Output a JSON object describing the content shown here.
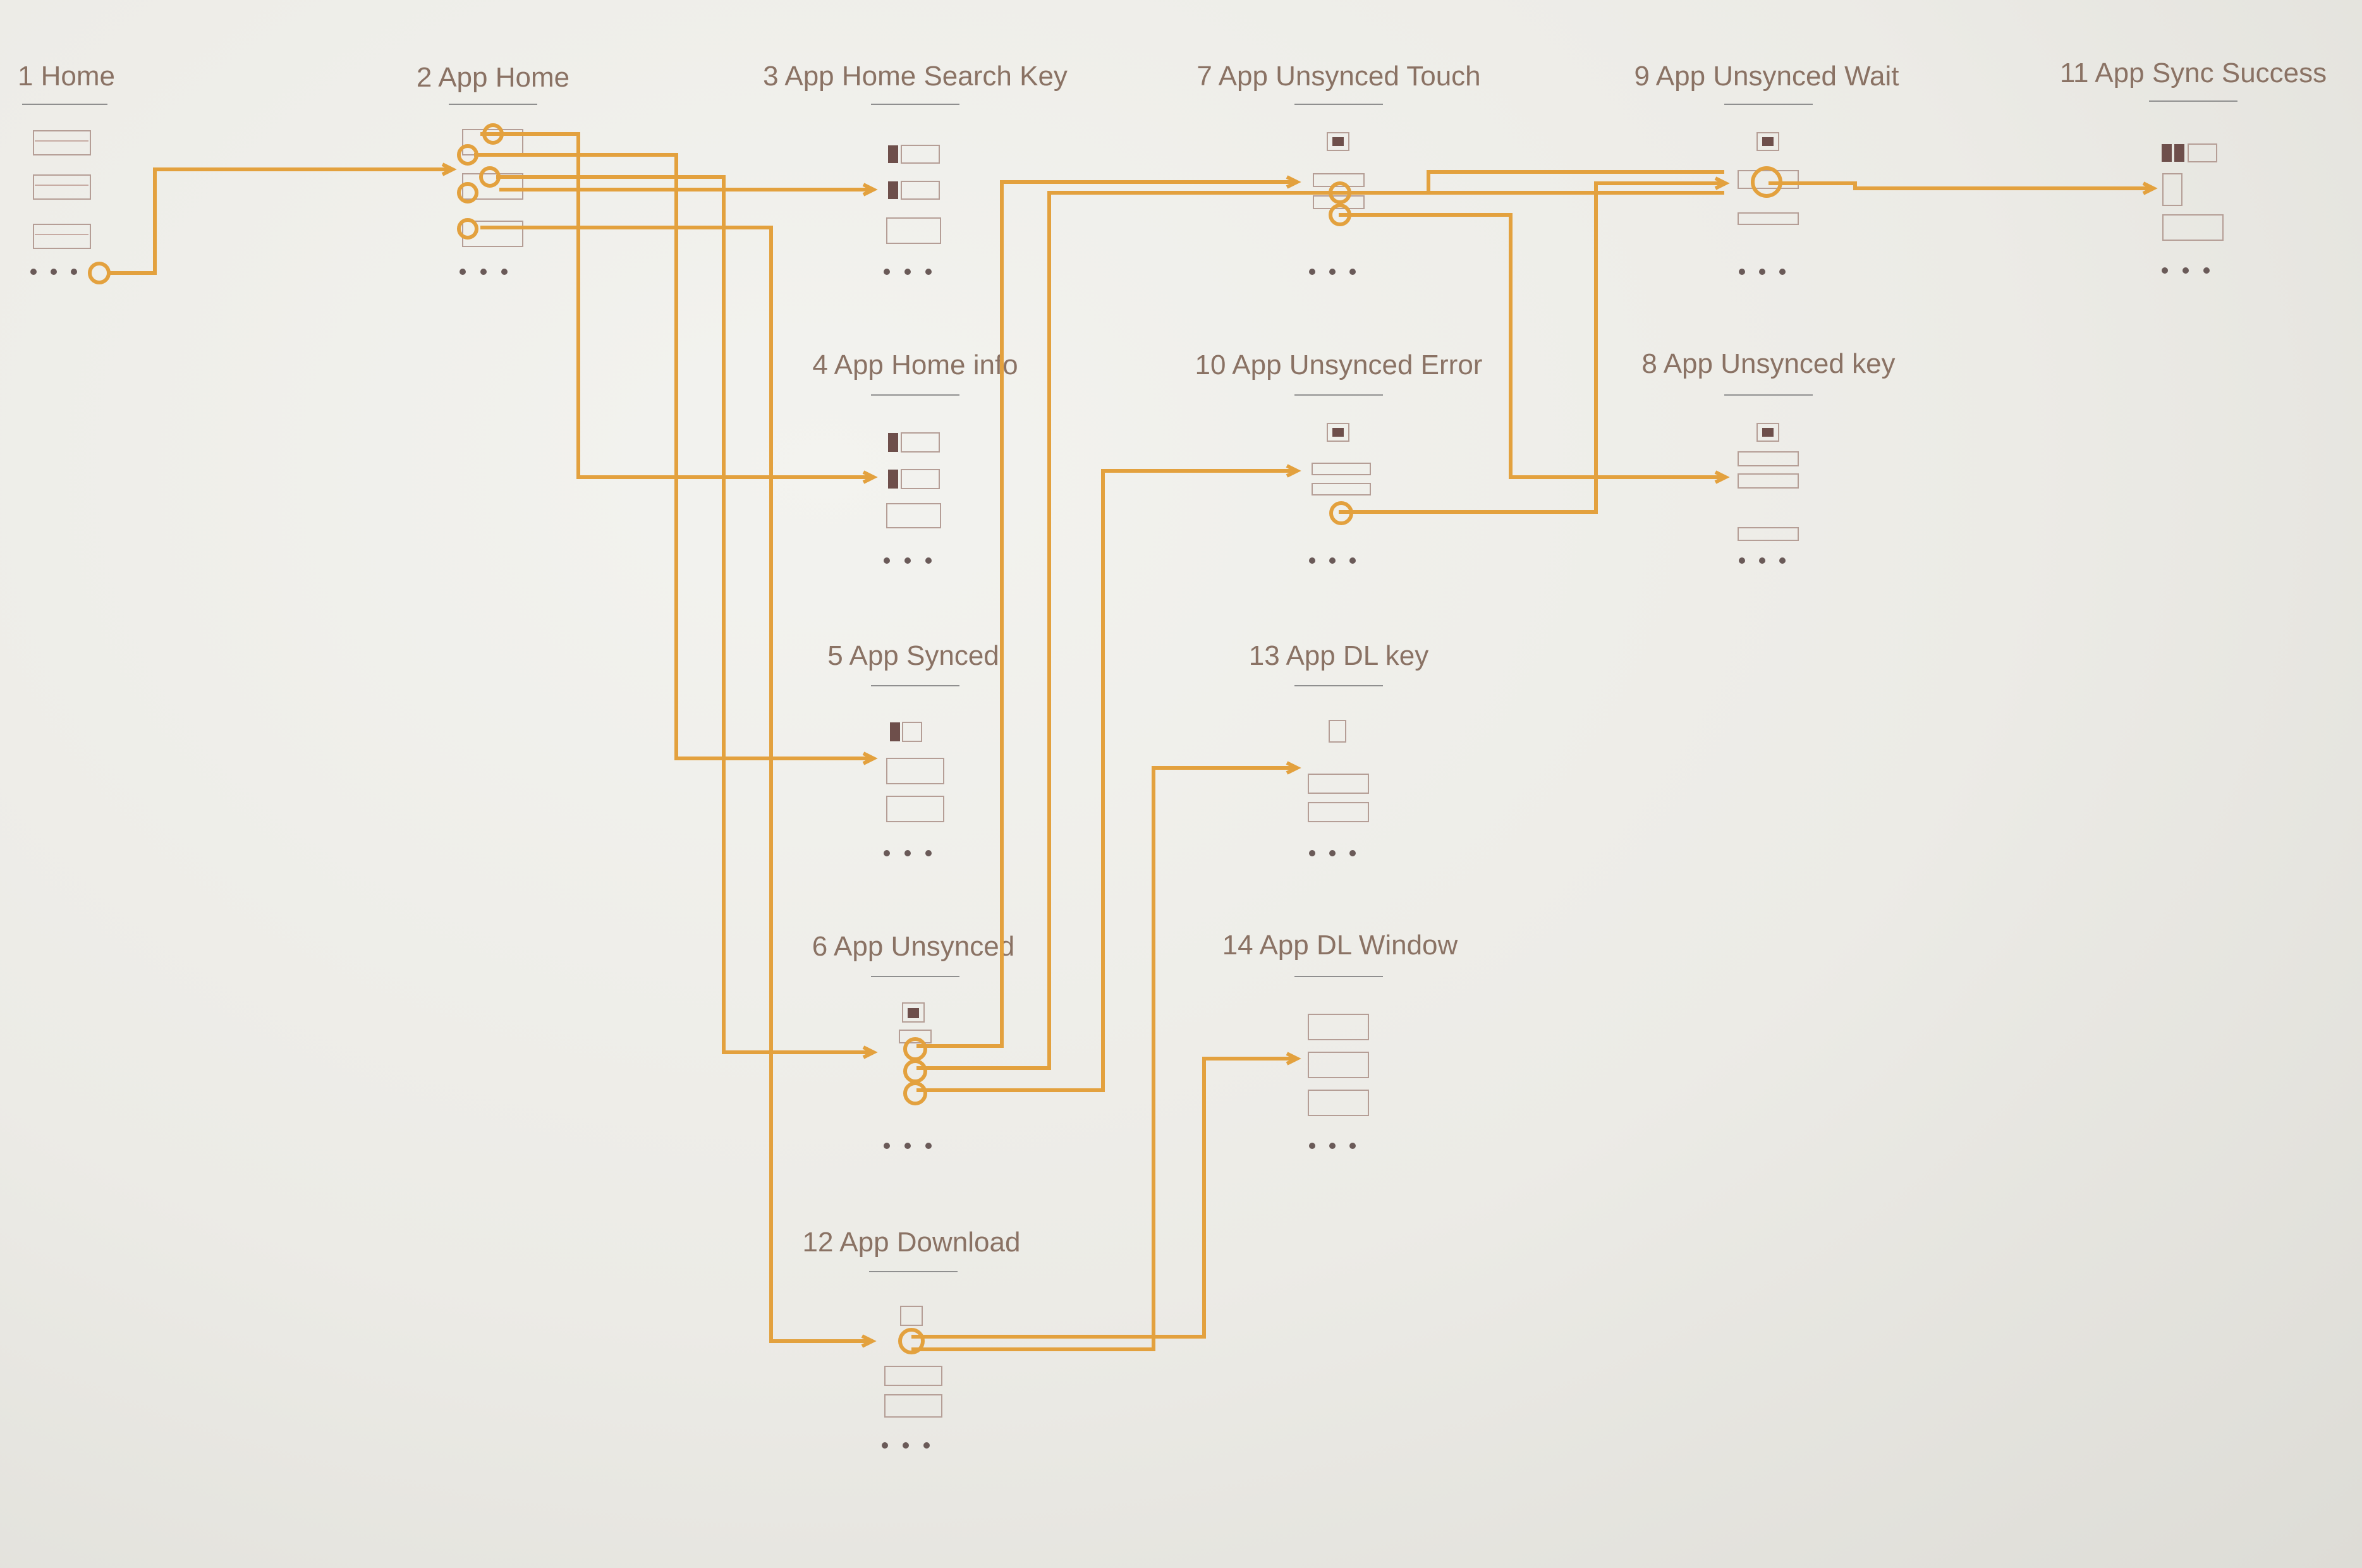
{
  "colors": {
    "link": "#e3a13e",
    "label": "#8a7264",
    "background": "#ecebe6"
  },
  "screens": [
    {
      "id": "s1",
      "label": "1 Home"
    },
    {
      "id": "s2",
      "label": "2 App Home"
    },
    {
      "id": "s3",
      "label": "3 App Home Search Key"
    },
    {
      "id": "s7",
      "label": "7 App Unsynced Touch"
    },
    {
      "id": "s9",
      "label": "9 App Unsynced Wait"
    },
    {
      "id": "s11",
      "label": "11 App Sync Success"
    },
    {
      "id": "s4",
      "label": "4 App Home info"
    },
    {
      "id": "s10",
      "label": "10 App Unsynced Error"
    },
    {
      "id": "s8",
      "label": "8 App Unsynced key"
    },
    {
      "id": "s5",
      "label": "5 App Synced"
    },
    {
      "id": "s13",
      "label": "13 App DL key"
    },
    {
      "id": "s6",
      "label": "6 App Unsynced"
    },
    {
      "id": "s14",
      "label": "14 App DL Window"
    },
    {
      "id": "s12",
      "label": "12 App Download"
    }
  ],
  "links": [
    {
      "from": "s1",
      "to": "s2"
    },
    {
      "from": "s2",
      "to": "s3"
    },
    {
      "from": "s2",
      "to": "s4"
    },
    {
      "from": "s2",
      "to": "s5"
    },
    {
      "from": "s2",
      "to": "s6"
    },
    {
      "from": "s2",
      "to": "s12"
    },
    {
      "from": "s6",
      "to": "s7"
    },
    {
      "from": "s6",
      "to": "s9"
    },
    {
      "from": "s6",
      "to": "s10"
    },
    {
      "from": "s7",
      "to": "s9"
    },
    {
      "from": "s7",
      "to": "s8"
    },
    {
      "from": "s10",
      "to": "s9"
    },
    {
      "from": "s9",
      "to": "s11"
    },
    {
      "from": "s12",
      "to": "s13"
    },
    {
      "from": "s12",
      "to": "s14"
    }
  ]
}
